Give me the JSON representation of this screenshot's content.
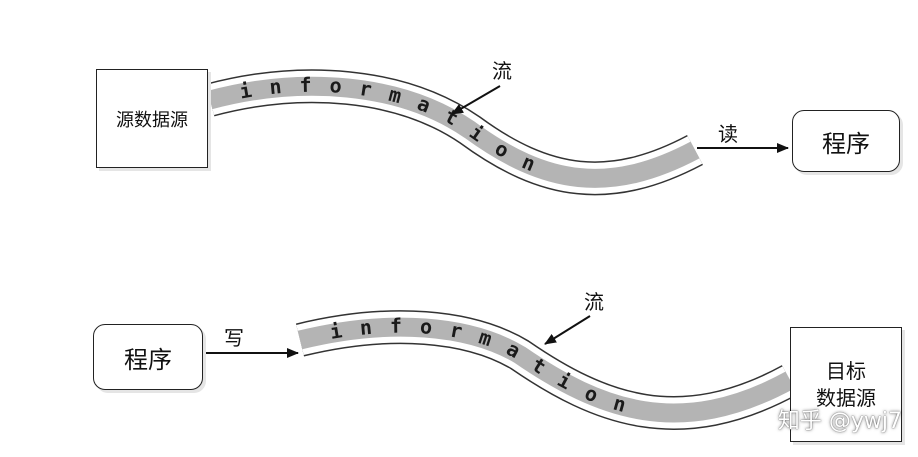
{
  "top": {
    "source_box": "源数据源",
    "flow_label": "流",
    "read_label": "读",
    "program_box": "程序",
    "stream_letters": [
      "i",
      "n",
      "f",
      "o",
      "r",
      "m",
      "a",
      "t",
      "i",
      "o",
      "n"
    ]
  },
  "bottom": {
    "program_box": "程序",
    "write_label": "写",
    "flow_label": "流",
    "target_box_line1": "目标",
    "target_box_line2": "数据源",
    "stream_letters": [
      "i",
      "n",
      "f",
      "o",
      "r",
      "m",
      "a",
      "t",
      "i",
      "o",
      "n"
    ]
  },
  "watermark": "知乎 @ywj7",
  "colors": {
    "stream_fill": "#b4b4b4",
    "outline": "#222222"
  }
}
